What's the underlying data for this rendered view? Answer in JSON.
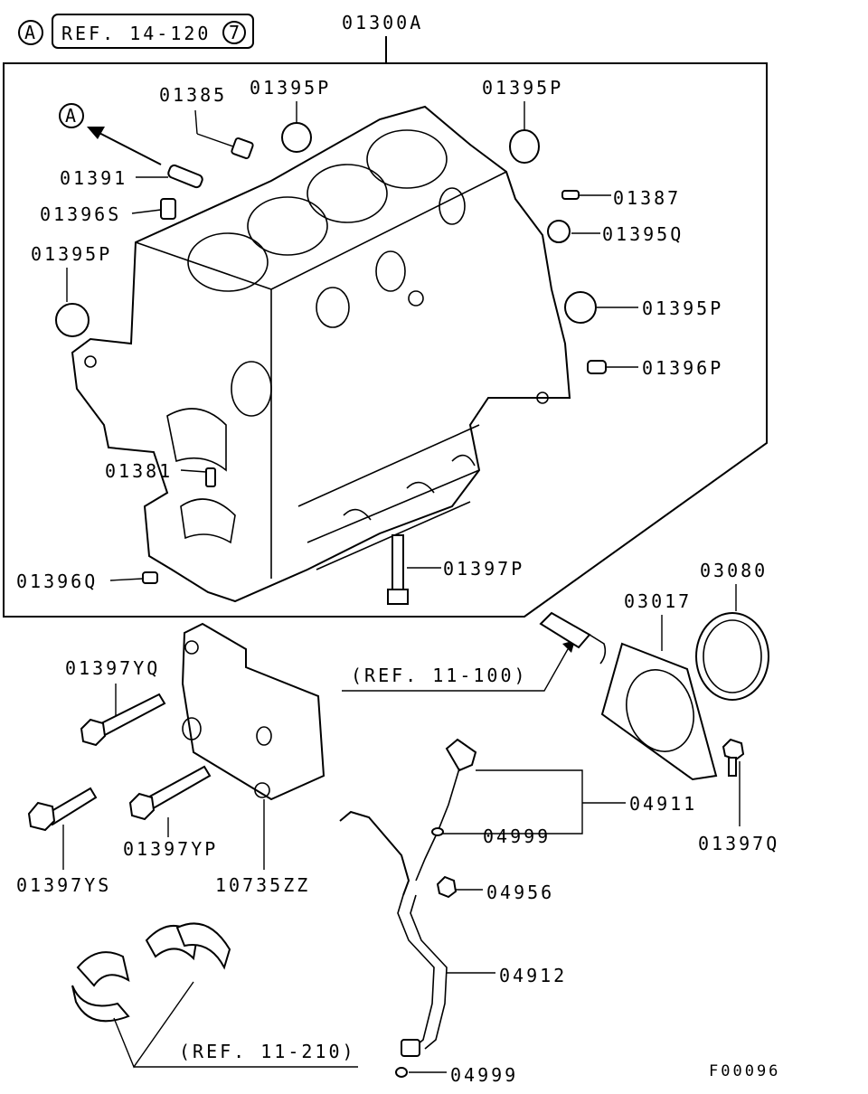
{
  "header": {
    "ref_marker": "A",
    "ref_label": "REF. 14-120",
    "ref_number": "7"
  },
  "assembly": {
    "code": "01300A"
  },
  "parts": {
    "p01385": "01385",
    "p01395P_top_left": "01395P",
    "p01395P_top_right": "01395P",
    "p01391": "01391",
    "p01396S": "01396S",
    "p01395P_left": "01395P",
    "p01387": "01387",
    "p01395Q": "01395Q",
    "p01395P_right": "01395P",
    "p01396P": "01396P",
    "p01381": "01381",
    "p01396Q": "01396Q",
    "p01397P": "01397P",
    "p03080": "03080",
    "p03017": "03017",
    "p01397YQ": "01397YQ",
    "p04911": "04911",
    "p04999_upper": "04999",
    "p01397Q": "01397Q",
    "p01397YP": "01397YP",
    "p01397YS": "01397YS",
    "p10735ZZ": "10735ZZ",
    "p04956": "04956",
    "p04912": "04912",
    "p04999_lower": "04999"
  },
  "refs": {
    "ref_11_100": "(REF. 11-100)",
    "ref_11_210": "(REF. 11-210)"
  },
  "arrow_marker": "A",
  "figure_code": "F00096",
  "colors": {
    "line": "#000000",
    "background": "#ffffff"
  }
}
